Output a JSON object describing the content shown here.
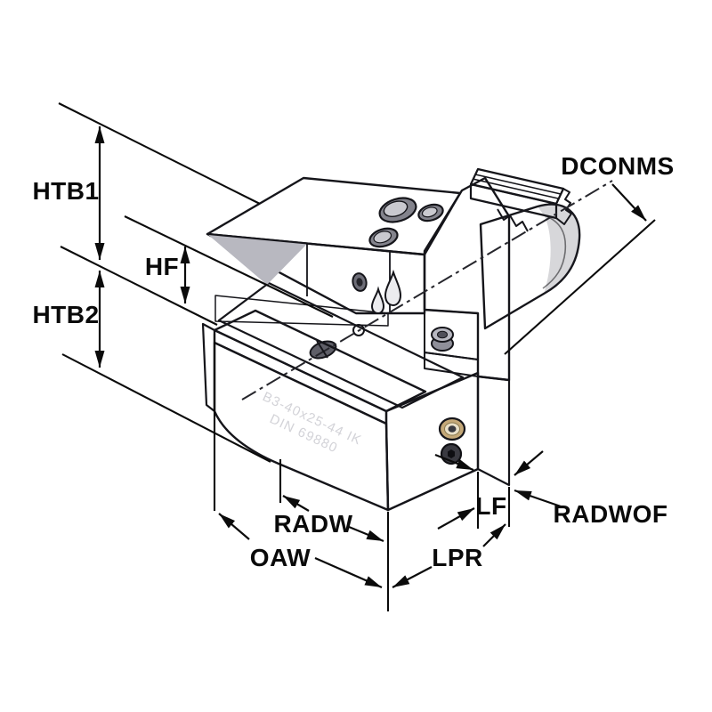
{
  "diagram": {
    "type": "technical-dimension-drawing",
    "subject": "radial-tool-holder",
    "dimension_labels": {
      "htb1": "HTB1",
      "htb2": "HTB2",
      "hf": "HF",
      "dconms": "DCONMS",
      "radw": "RADW",
      "oaw": "OAW",
      "lf": "LF",
      "lpr": "LPR",
      "radwof": "RADWOF"
    },
    "engraving": {
      "line1": "B3-40x25-44 IK",
      "line2": "DIN 69880"
    },
    "colors": {
      "background": "#ffffff",
      "outline": "#15151a",
      "body_light": "#c3c3ca",
      "body_medium": "#a5a5ad",
      "body_dark": "#8c8c95",
      "slot_shadow": "#54545d",
      "coolant_port_brass": "#c4a878",
      "coolant_port_ring": "#eae0c8",
      "engraving_text": "#d3d3d8"
    }
  }
}
